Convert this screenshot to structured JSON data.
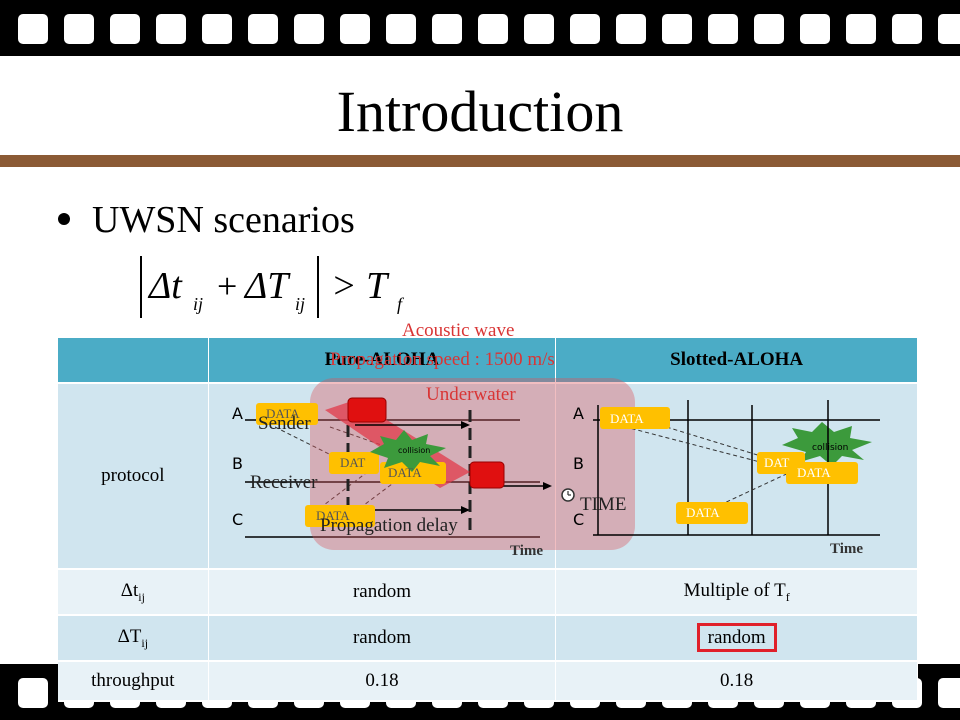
{
  "slide": {
    "title": "Introduction",
    "bullet": "UWSN scenarios"
  },
  "formula": {
    "lhs_dt": "Δt",
    "lhs_dt_sub": "ij",
    "plus": "+",
    "lhs_DT": "ΔT",
    "lhs_DT_sub": "ij",
    "op": "> T",
    "rhs_sub": "f"
  },
  "table": {
    "headers": [
      "",
      "Pure-ALOHA",
      "Slotted-ALOHA"
    ],
    "protocol_label": "protocol",
    "row_dt": {
      "label": "Δt",
      "label_sub": "ij",
      "pure": "random",
      "slotted": "Multiple of T",
      "slotted_sub": "f"
    },
    "row_DT": {
      "label": "ΔT",
      "label_sub": "ij",
      "pure": "random",
      "slotted": "random"
    },
    "row_tp": {
      "label": "throughput",
      "pure": "0.18",
      "slotted": "0.18"
    }
  },
  "diagram": {
    "node_a": "A",
    "node_b": "B",
    "node_c": "C",
    "data": "DATA",
    "data_cut": "DAT",
    "collision": "collision",
    "time": "Time",
    "sender": "Sender",
    "receiver": "Receiver",
    "propagation_delay": "Propagation delay",
    "clock_time": "TIME",
    "acoustic_wave": "Acoustic wave",
    "propagation_speed": "Propagation speed : 1500 m/s",
    "underwater": "Underwater"
  },
  "colors": {
    "header": "#4bacc6",
    "data_box": "#ffc000",
    "collision": "#3c9a3c",
    "accent_red": "#d93535",
    "bar": "#8b5a35"
  }
}
